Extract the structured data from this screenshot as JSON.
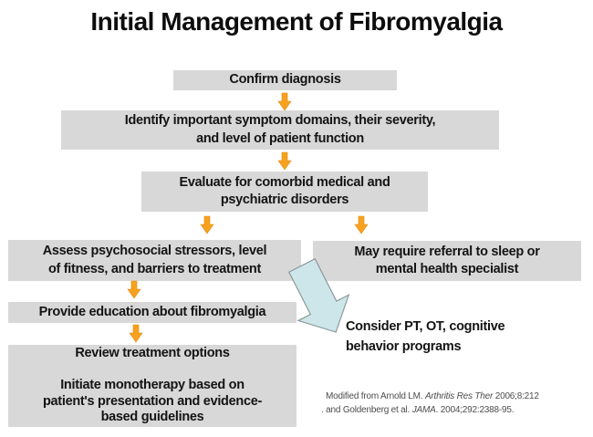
{
  "slide": {
    "title": "Initial Management of Fibromyalgia"
  },
  "flow": {
    "confirm": "Confirm diagnosis",
    "identify": "Identify important symptom domains, their severity,\nand level of patient function",
    "evaluate": "Evaluate for comorbid medical and\npsychiatric disorders",
    "assess": "Assess psychosocial stressors, level\nof fitness, and barriers to treatment",
    "referral": "May require referral to sleep or\nmental health specialist",
    "educate": "Provide education about fibromyalgia",
    "review": "Review treatment options\n\nInitiate monotherapy based on\npatient's presentation and evidence-\nbased guidelines",
    "consider": "Consider PT, OT, cognitive\nbehavior programs"
  },
  "icons": {
    "small_arrows": "orange-down-arrow",
    "big_arrow": "light-blue-diagonal-arrow"
  },
  "colors": {
    "box_background": "#d8d8d8",
    "arrow_orange": "#f7a11e",
    "arrow_orange_edge": "#e08c10",
    "big_arrow_fill": "#cde6e9",
    "big_arrow_stroke": "#8d989b",
    "title_text": "#0d0d0d",
    "box_text": "#141414",
    "citation_text": "#4d4d4d"
  },
  "citation": {
    "line1_pre": "Modified from Arnold LM. ",
    "line1_italic": "Arthritis Res Ther",
    "line1_post": " 2006;8:212",
    "line2_pre": ". and Goldenberg et al. ",
    "line2_italic": "JAMA",
    "line2_post": ". 2004;292:2388-95."
  }
}
